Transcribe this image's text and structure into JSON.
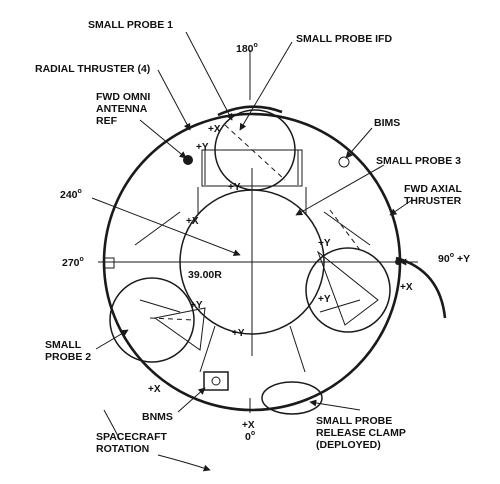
{
  "labels": {
    "small_probe_1": "SMALL PROBE 1",
    "small_probe_ifd": "SMALL PROBE IFD",
    "radial_thruster": "RADIAL THRUSTER (4)",
    "fwd_omni_antenna_ref_line1": "FWD OMNI",
    "fwd_omni_antenna_ref_line2": "ANTENNA",
    "fwd_omni_antenna_ref_line3": "REF",
    "bims": "BIMS",
    "small_probe_3": "SMALL PROBE 3",
    "fwd_axial_thruster_line1": "FWD AXIAL",
    "fwd_axial_thruster_line2": "THRUSTER",
    "small_probe_2_line1": "SMALL",
    "small_probe_2_line2": "PROBE 2",
    "bnms": "BNMS",
    "spacecraft_rotation_line1": "SPACECRAFT",
    "spacecraft_rotation_line2": "ROTATION",
    "release_clamp_line1": "SMALL PROBE",
    "release_clamp_line2": "RELEASE CLAMP",
    "release_clamp_line3": "(DEPLOYED)",
    "radius": "39.00R"
  },
  "angles": {
    "a180": "180",
    "a240": "240",
    "a270": "270",
    "a90": "90",
    "a0": "0",
    "degree": "o"
  },
  "axes": {
    "plus_x": "+X",
    "plus_y": "+Y"
  }
}
